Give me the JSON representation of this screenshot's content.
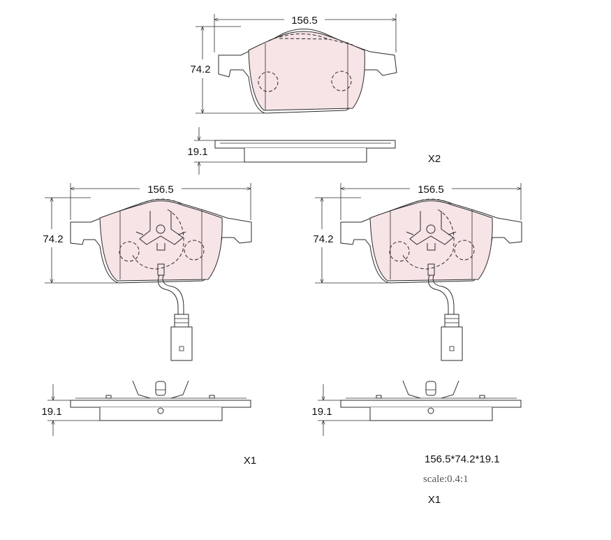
{
  "dimensions": {
    "top_pad": {
      "width": "156.5",
      "height": "74.2",
      "thickness": "19.1",
      "quantity": "X2"
    },
    "left_pad": {
      "width": "156.5",
      "height": "74.2",
      "thickness": "19.1",
      "quantity": "X1"
    },
    "right_pad": {
      "width": "156.5",
      "height": "74.2",
      "thickness": "19.1",
      "quantity": "X1"
    }
  },
  "spec": {
    "size": "156.5*74.2*19.1",
    "scale": "scale:0.4:1"
  },
  "colors": {
    "friction_material": "#f7e4e6",
    "line": "#2a2a2a"
  }
}
